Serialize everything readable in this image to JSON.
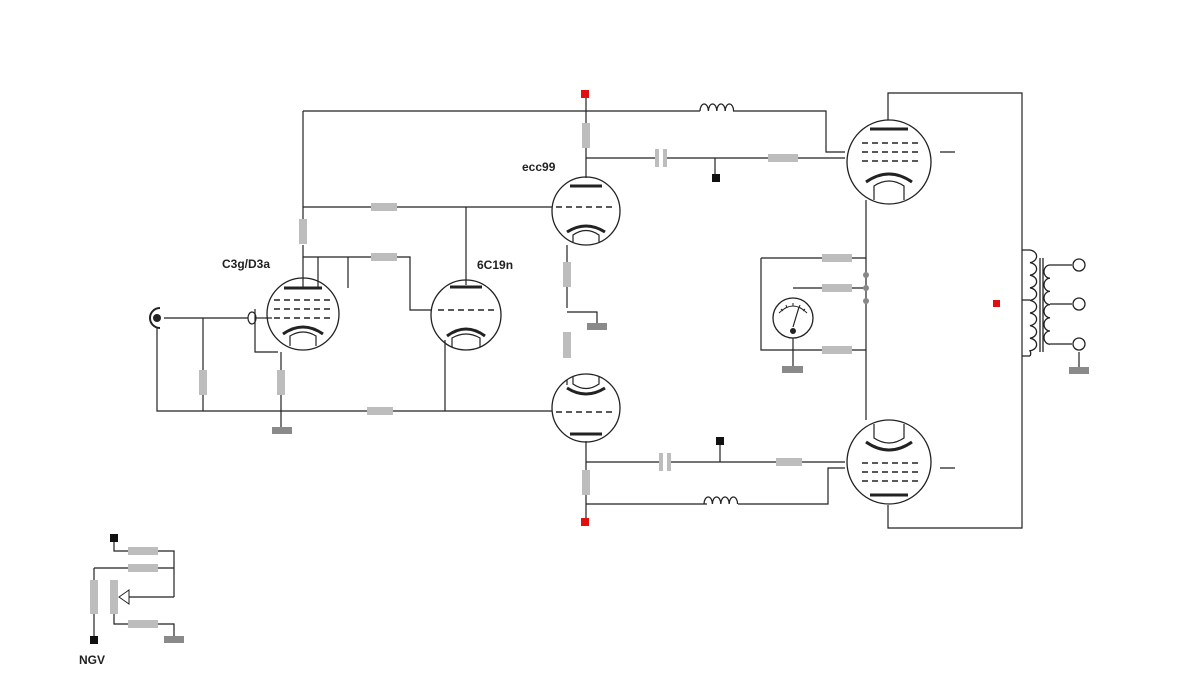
{
  "labels": {
    "tube_input": "C3g/D3a",
    "tube_second": "6C19n",
    "tube_phase_splitter": "ecc99",
    "bias_supply": "NGV"
  },
  "colors": {
    "wire": "#222222",
    "resistor": "#bdbdbd",
    "ground": "#8a8a8a",
    "supply_node": "#e01010",
    "node": "#111111"
  }
}
